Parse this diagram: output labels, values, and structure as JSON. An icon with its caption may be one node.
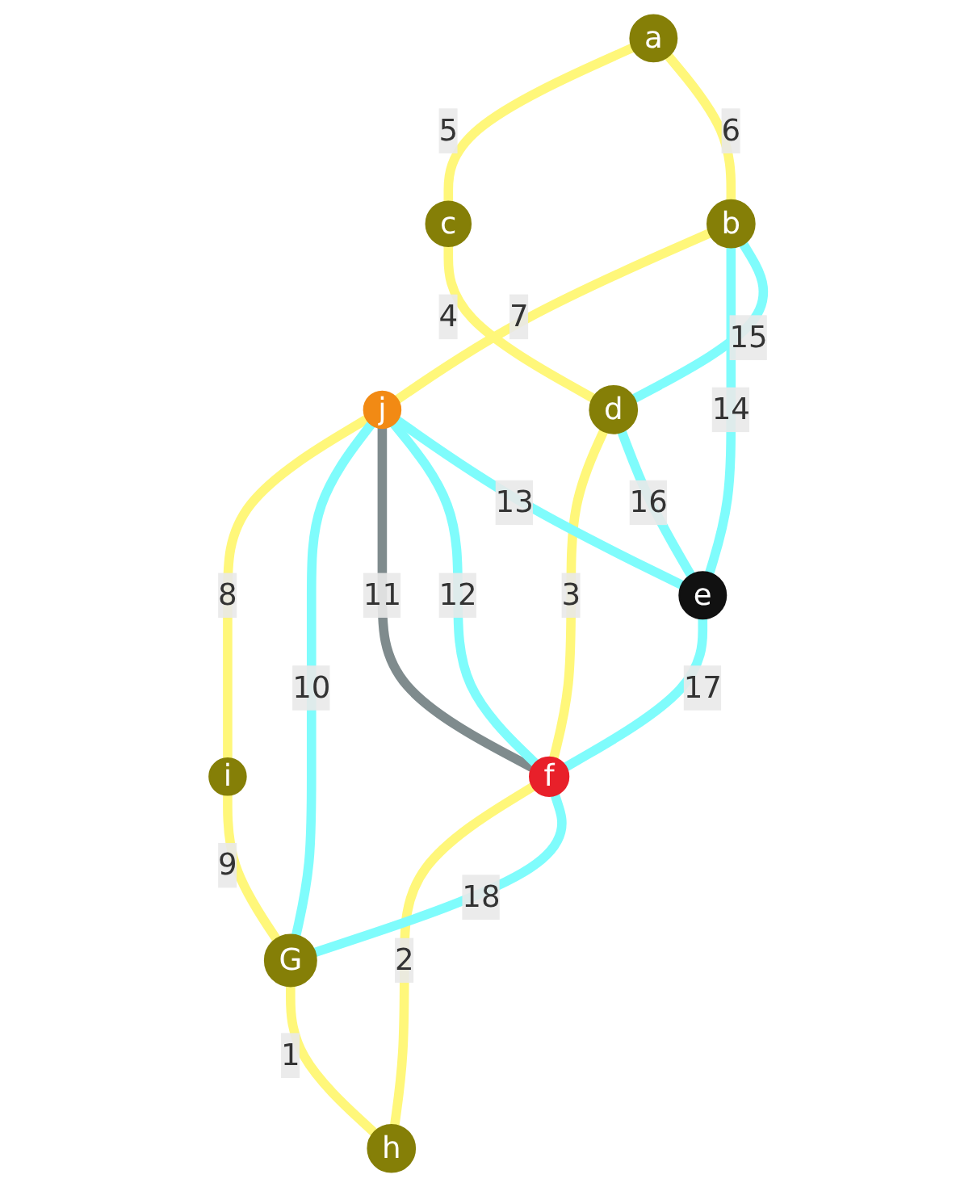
{
  "diagram": {
    "nodes": [
      {
        "text": [
          "a"
        ]
      },
      {
        "text": [
          "c"
        ]
      },
      {
        "text": [
          "b"
        ]
      },
      {
        "text": [
          "d"
        ]
      },
      {
        "text": [
          "e"
        ]
      },
      {
        "text": [
          "j"
        ]
      },
      {
        "text": [
          "f"
        ]
      },
      {
        "text": [
          "i"
        ]
      },
      {
        "text": [
          "G"
        ]
      },
      {
        "text": [
          "h"
        ]
      }
    ],
    "edges": [
      {
        "from": 8,
        "to": 9,
        "arrow": "none",
        "label": "1",
        "color": "#fff77a"
      },
      {
        "from": 6,
        "to": 9,
        "arrow": "none",
        "label": "2",
        "color": "#fff77a"
      },
      {
        "from": 3,
        "to": 6,
        "arrow": "none",
        "label": "3",
        "color": "#fff77a"
      },
      {
        "from": 1,
        "to": 3,
        "arrow": "none",
        "label": "4",
        "color": "#fff77a"
      },
      {
        "from": 0,
        "to": 1,
        "arrow": "none",
        "label": "5",
        "color": "#fff77a"
      },
      {
        "from": 0,
        "to": 2,
        "arrow": "none",
        "label": "6",
        "color": "#fff77a"
      },
      {
        "from": 2,
        "to": 5,
        "arrow": "none",
        "label": "7",
        "color": "#fff77a"
      },
      {
        "from": 5,
        "to": 7,
        "arrow": "none",
        "label": "8",
        "color": "#fff77a"
      },
      {
        "from": 7,
        "to": 8,
        "arrow": "none",
        "label": "9",
        "color": "#fff77a"
      },
      {
        "from": 5,
        "to": 8,
        "arrow": "none",
        "label": "10",
        "color": "#7ffcfc"
      },
      {
        "from": 5,
        "to": 6,
        "arrow": "none",
        "label": "11",
        "color": "#7f8b8d"
      },
      {
        "from": 5,
        "to": 6,
        "arrow": "none",
        "label": "12",
        "color": "#7ffcfc"
      },
      {
        "from": 5,
        "to": 4,
        "arrow": "none",
        "label": "13",
        "color": "#7ffcfc"
      },
      {
        "from": 2,
        "to": 4,
        "arrow": "none",
        "label": "14",
        "color": "#7ffcfc"
      },
      {
        "from": 2,
        "to": 3,
        "arrow": "none",
        "label": "15",
        "color": "#7ffcfc"
      },
      {
        "from": 3,
        "to": 4,
        "arrow": "none",
        "label": "16",
        "color": "#7ffcfc"
      },
      {
        "from": 4,
        "to": 6,
        "arrow": "none",
        "label": "17",
        "color": "#7ffcfc"
      },
      {
        "from": 6,
        "to": 8,
        "arrow": "none",
        "label": "18",
        "color": "#7ffcfc"
      }
    ]
  }
}
